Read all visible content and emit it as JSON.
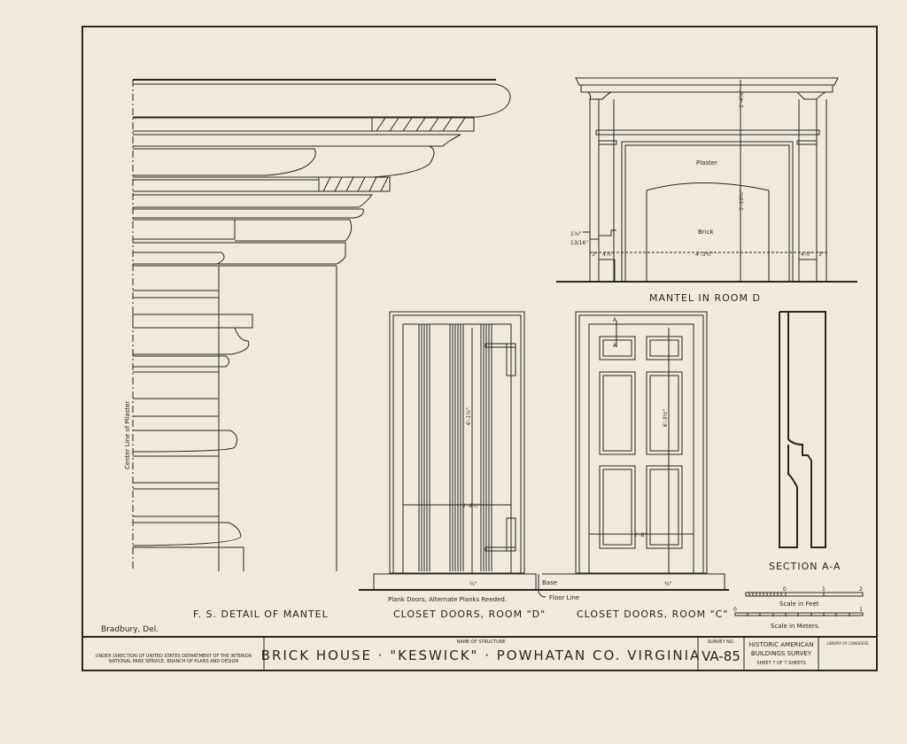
{
  "drawings": {
    "detail": {
      "title": "F. S. DETAIL OF MANTEL",
      "note": "Center Line of Pilaster"
    },
    "mantel": {
      "title": "MANTEL IN ROOM D",
      "plaster": "Plaster",
      "brick": "Brick",
      "dims": {
        "frieze_height": "1'-4⅞\"",
        "opening_height": "3'-10½\"",
        "opening_width": "4'-3¾\"",
        "side_a": "3\"",
        "side_b": "4⅞\"",
        "step_a": "1⅛\"",
        "step_b": "13/16\""
      }
    },
    "closet_d": {
      "title": "CLOSET DOORS, ROOM \"D\"",
      "note": "Plank Doors, Alternate Planks Reeded.",
      "height": "6'-1½\"",
      "width": "2'-8½\"",
      "base_dim": "¾\""
    },
    "closet_c": {
      "title": "CLOSET DOORS, ROOM \"C\"",
      "height": "6'-3½\"",
      "width": "2'-8\"",
      "base_dim": "¾\"",
      "section_mark": "A"
    },
    "floor_labels": {
      "base": "Base",
      "floor_line": "Floor Line"
    },
    "section": {
      "title": "SECTION A-A"
    },
    "scale": {
      "feet_label": "Scale in Feet",
      "feet_ticks": [
        "0",
        "1",
        "2"
      ],
      "meters_label": "Scale in Meters.",
      "meters_ticks": [
        "0",
        "1"
      ]
    }
  },
  "credit": "Bradbury, Del.",
  "title_block": {
    "agency": "UNDER DIRECTION OF UNITED STATES DEPARTMENT OF THE INTERIOR",
    "agency2": "NATIONAL PARK SERVICE, BRANCH OF PLANS AND DESIGN",
    "name_label": "NAME OF STRUCTURE",
    "structure": "BRICK HOUSE · \"KESWICK\" · POWHATAN CO. VIRGINIA",
    "survey_label": "SURVEY NO.",
    "survey_no": "VA-85",
    "program": "HISTORIC AMERICAN",
    "program2": "BUILDINGS SURVEY",
    "sheet": "SHEET 7 OF 7 SHEETS",
    "library": "LIBRARY OF CONGRESS"
  }
}
